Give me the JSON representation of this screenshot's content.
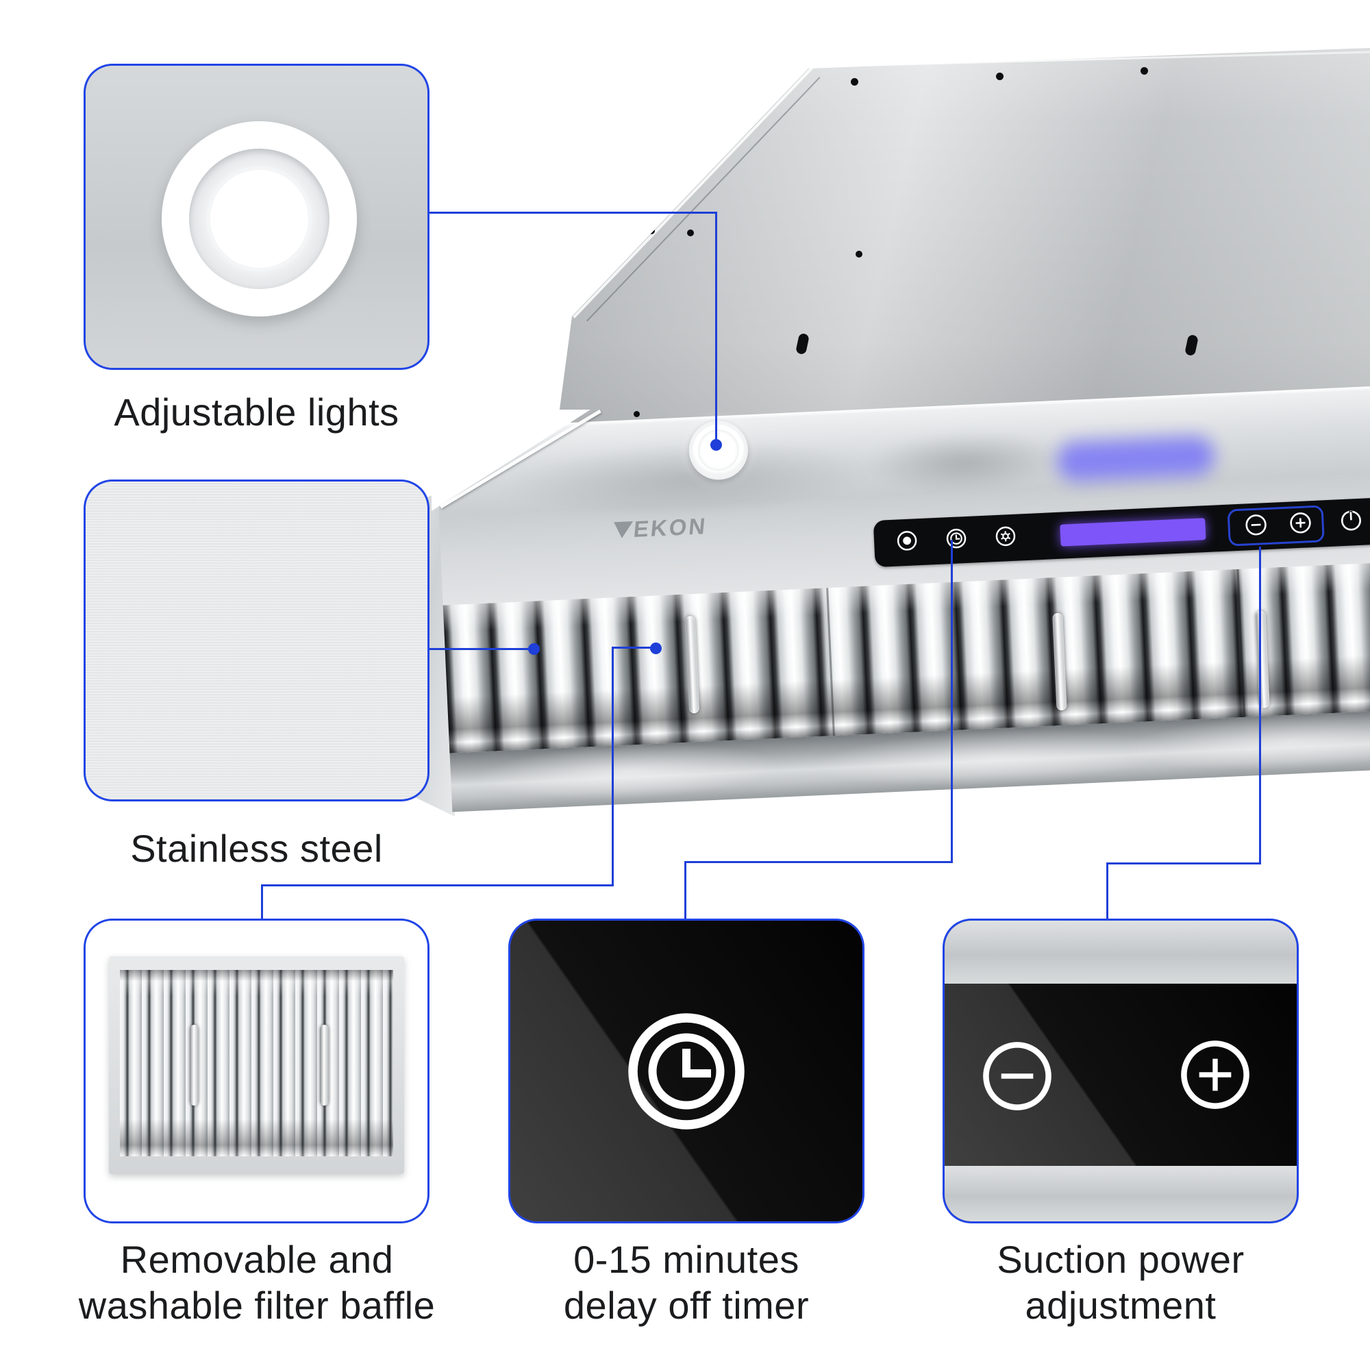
{
  "brand": {
    "logo_text": "EKON"
  },
  "accent_colors": {
    "callout_border": "#2145e6",
    "connector_line": "#1e3fd8",
    "display_purple": "#7e55f8",
    "led_glow": "#8280f4"
  },
  "callouts": {
    "lights": {
      "label": "Adjustable lights"
    },
    "steel": {
      "label": "Stainless steel"
    },
    "filter": {
      "label_line1": "Removable and",
      "label_line2": "washable filter baffle"
    },
    "timer": {
      "label_line1": "0-15 minutes",
      "label_line2": "delay off timer"
    },
    "suction": {
      "label_line1": "Suction power",
      "label_line2": "adjustment"
    }
  },
  "control_panel": {
    "icons": [
      "light-power-button",
      "delay-timer-button",
      "fan-speed-button",
      "led-display",
      "decrease-button",
      "increase-button",
      "power-button"
    ]
  }
}
